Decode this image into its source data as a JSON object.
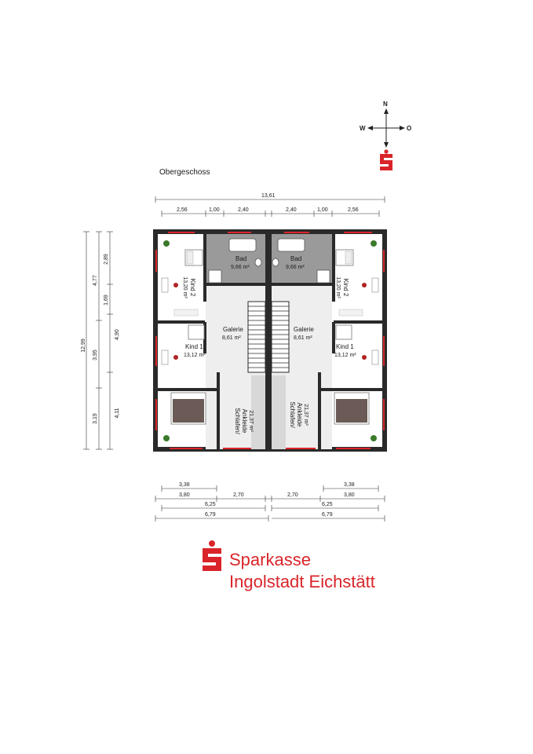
{
  "floor_title": "Obergeschoss",
  "compass": {
    "north": "N",
    "west": "W",
    "east": "O"
  },
  "dims_top": {
    "total": "13,61",
    "a": "2,56",
    "b": "1,00",
    "c": "2,40"
  },
  "dims_left": {
    "total": "12,99",
    "h1": "4,77",
    "h2": "3,95",
    "h3": "3,19",
    "s1": "2,89",
    "s2": "1,69",
    "s3": "4,90",
    "s4": "4,11"
  },
  "dims_bottom": {
    "a": "3,38",
    "b": "3,80",
    "c": "2,70",
    "d": "6,25",
    "e": "6,79"
  },
  "rooms": {
    "bad": {
      "name": "Bad",
      "area": "9,66 m²"
    },
    "kind2": {
      "name": "Kind 2",
      "area": "13,20 m²"
    },
    "kind1": {
      "name": "Kind 1",
      "area": "13,12 m²"
    },
    "galerie": {
      "name": "Galerie",
      "area": "8,61 m²"
    },
    "schlafen": {
      "name": "Schlafen/",
      "name2": "Ankleide",
      "area": "21,37 m²"
    }
  },
  "brand": {
    "line1": "Sparkasse",
    "line2": "Ingolstadt Eichstätt",
    "color": "#d9252a"
  },
  "colors": {
    "wall": "#2a2a2a",
    "window": "#d9252a",
    "floor": "#e6e6e6",
    "bath": "#8f8f8f"
  }
}
